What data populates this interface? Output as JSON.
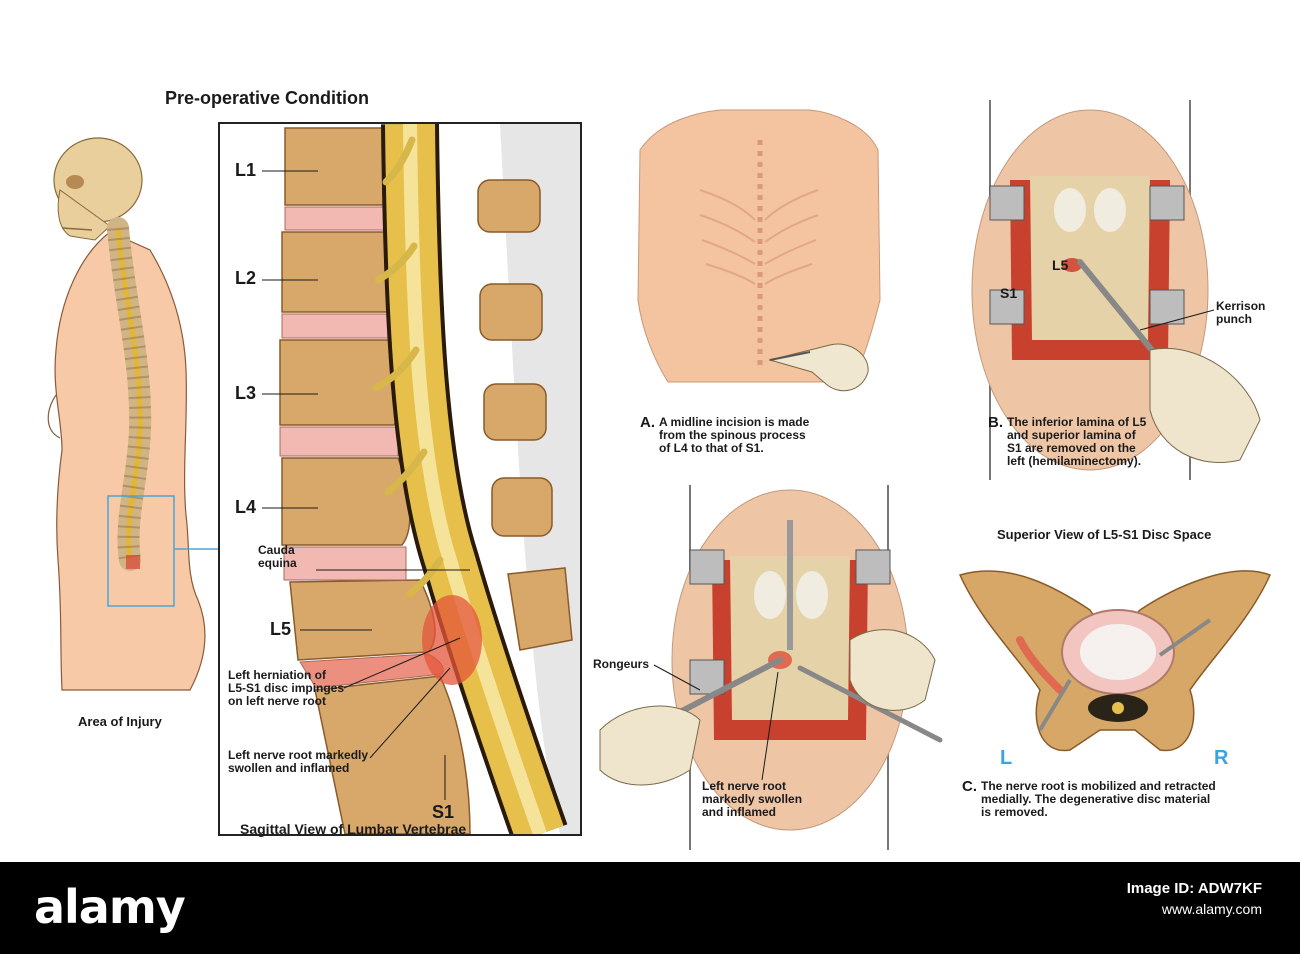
{
  "titles": {
    "preop": "Pre-operative Condition",
    "sagittal": "Sagittal View of Lumbar Vertebrae",
    "superior": "Superior View of L5-S1 Disc Space",
    "area": "Area of Injury"
  },
  "vertebrae": [
    "L1",
    "L2",
    "L3",
    "L4",
    "L5",
    "S1"
  ],
  "labels": {
    "cauda": "Cauda\nequina",
    "herniation": "Left herniation of\nL5-S1 disc impinges\non left nerve root",
    "nerve_root": "Left nerve root markedly\nswollen and inflamed",
    "l5_small": "L5",
    "s1_small": "S1",
    "kerrison": "Kerrison\npunch",
    "rongeurs": "Rongeurs",
    "nerve_root_mid": "Left nerve root\nmarkedly swollen\nand inflamed",
    "left": "L",
    "right": "R"
  },
  "captions": {
    "a": {
      "letter": "A.",
      "text": "A midline incision is made\nfrom the spinous process\nof L4 to that of S1."
    },
    "b": {
      "letter": "B.",
      "text": "The inferior lamina of L5\nand superior lamina of\nS1 are removed on the\nleft (hemilaminectomy)."
    },
    "c": {
      "letter": "C.",
      "text": "The nerve root is mobilized and retracted\nmedially.  The degenerative disc material\nis removed."
    }
  },
  "footer": {
    "brand": "alamy",
    "id_label": "Image ID: ADW7KF",
    "site": "www.alamy.com"
  },
  "colors": {
    "skin": "#f5c9a8",
    "bone": "#d9a866",
    "disc": "#f2b6b0",
    "nerve": "#e8c24a",
    "accent_blue": "#3aa3e0"
  }
}
